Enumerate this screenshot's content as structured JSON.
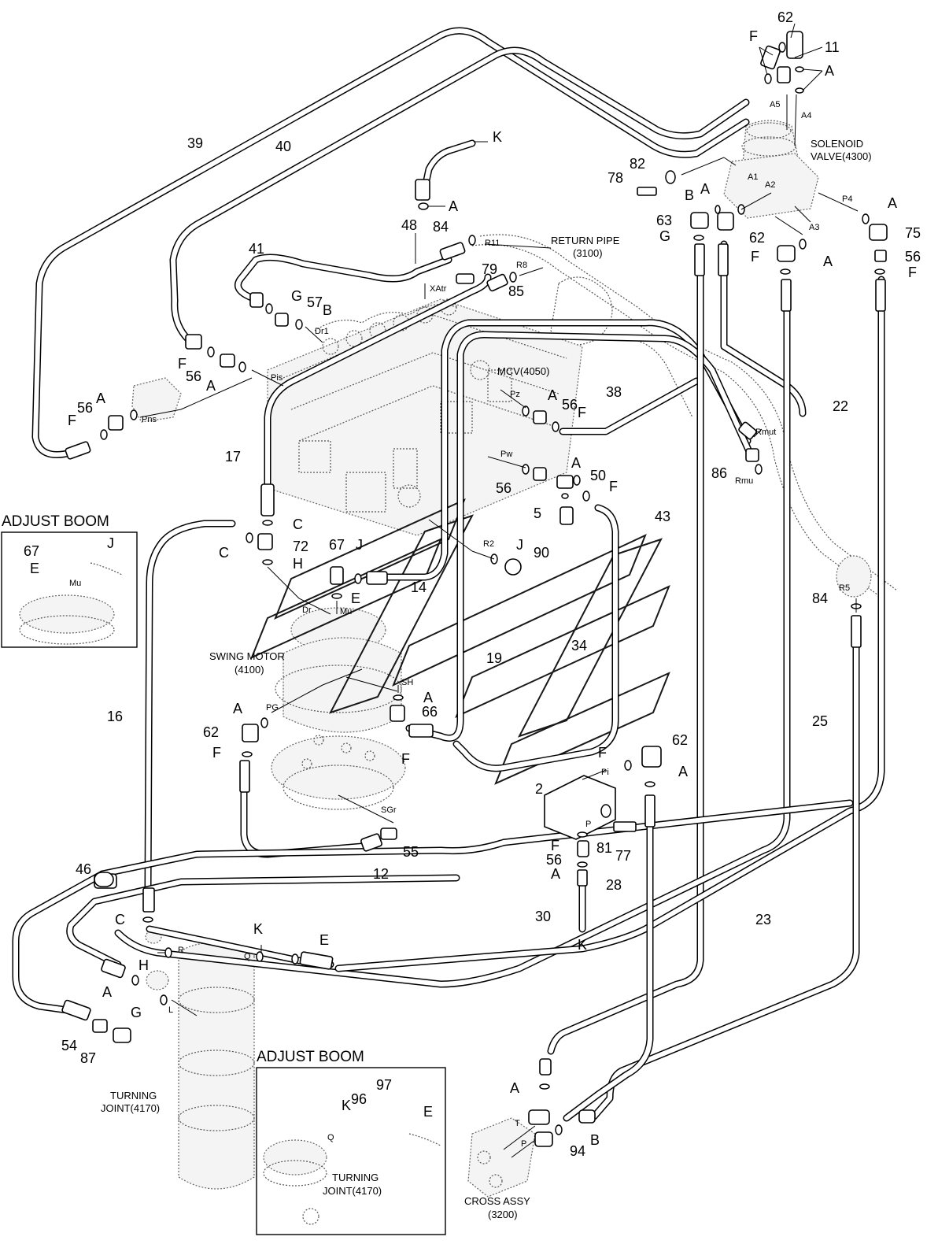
{
  "headers": {
    "adjust_boom_left": "ADJUST BOOM",
    "adjust_boom_bottom": "ADJUST BOOM"
  },
  "components": {
    "solenoid_valve_line1": "SOLENOID",
    "solenoid_valve_line2": "VALVE(4300)",
    "return_pipe_line1": "RETURN PIPE",
    "return_pipe_line2": "(3100)",
    "mcv": "MCV(4050)",
    "swing_motor_line1": "SWING MOTOR",
    "swing_motor_line2": "(4100)",
    "turning_joint_line1": "TURNING",
    "turning_joint_line2": "JOINT(4170)",
    "turning_joint_box_line1": "TURNING",
    "turning_joint_box_line2": "JOINT(4170)",
    "cross_assy_line1": "CROSS ASSY",
    "cross_assy_line2": "(3200)"
  },
  "ports": {
    "a5": "A5",
    "a4": "A4",
    "a1": "A1",
    "a2": "A2",
    "a3": "A3",
    "p4": "P4",
    "r11": "R11",
    "r8": "R8",
    "xatr": "XAtr",
    "dr1": "Dr1",
    "pis": "Pis",
    "pns": "Pns",
    "pz": "Pz",
    "pw": "Pw",
    "rmut": "Rmut",
    "rmu": "Rmu",
    "r2": "R2",
    "r5": "R5",
    "mu_box": "Mu",
    "mu": "Mu",
    "dr": "Dr",
    "sh": "SH",
    "pg": "PG",
    "sgr": "SGr",
    "pi": "Pi",
    "p_valve": "P",
    "r": "R",
    "q": "Q",
    "l": "L",
    "q_box": "Q",
    "t": "T",
    "p_cross": "P"
  },
  "part_numbers": {
    "n62_top": "62",
    "n11": "11",
    "n82": "82",
    "n78": "78",
    "n63": "63",
    "n62_sol": "62",
    "n75": "75",
    "n56_r": "56",
    "n39": "39",
    "n40": "40",
    "n41": "41",
    "n48": "48",
    "n84_top": "84",
    "n79": "79",
    "n85": "85",
    "n57": "57",
    "n56_l": "56",
    "n56_pns": "56",
    "n38": "38",
    "n56_pz": "56",
    "n56_pw": "56",
    "n50": "50",
    "n5": "5",
    "n86": "86",
    "n22": "22",
    "n17": "17",
    "n72": "72",
    "n67_mid": "67",
    "n14": "14",
    "n90": "90",
    "n43": "43",
    "n67_box": "67",
    "n84_r5": "84",
    "n34": "34",
    "n19": "19",
    "n66": "66",
    "n16": "16",
    "n62_pg": "62",
    "n25": "25",
    "n62_pi": "62",
    "n2": "2",
    "n55": "55",
    "n81": "81",
    "n77": "77",
    "n56_bot": "56",
    "n12": "12",
    "n46": "46",
    "n28": "28",
    "n23": "23",
    "n30": "30",
    "n54": "54",
    "n87": "87",
    "n96": "96",
    "n97": "97",
    "n94": "94"
  },
  "letters": {
    "f_top": "F",
    "a_top": "A",
    "k_top": "K",
    "a_48": "A",
    "b_sol": "B",
    "a_sol": "A",
    "a_p4": "A",
    "g_sol": "G",
    "f_sol": "F",
    "a_sol2": "A",
    "f_75": "F",
    "g_57": "G",
    "b_57": "B",
    "f_pis": "F",
    "a_pis": "A",
    "a_pns": "A",
    "f_pns": "F",
    "a_pz": "A",
    "f_pz": "F",
    "a_pw": "A",
    "f_50": "F",
    "c_72": "C",
    "c_72b": "C",
    "h_72": "H",
    "j_67": "J",
    "e_67": "E",
    "j_r2": "J",
    "j_box": "J",
    "e_box": "E",
    "a_sh": "A",
    "a_pg": "A",
    "f_pg": "F",
    "f_66": "F",
    "f_pi": "F",
    "a_pi": "A",
    "f_56b": "F",
    "a_56b": "A",
    "c_tj": "C",
    "h_tj": "H",
    "a_tj": "A",
    "g_tj": "G",
    "k_tj": "K",
    "e_tj": "E",
    "k_30": "K",
    "k_box": "K",
    "e_box2": "E",
    "a_cross": "A",
    "b_cross": "B"
  },
  "colors": {
    "line": "#000000",
    "detail": "#555555",
    "paper": "#ffffff"
  }
}
